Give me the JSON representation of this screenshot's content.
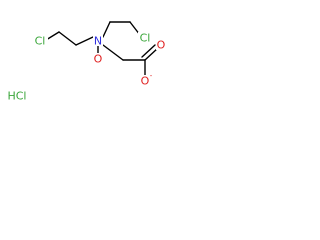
{
  "molecule": {
    "atoms": {
      "cl_left": {
        "symbol": "Cl",
        "color": "#3aa63a"
      },
      "cl_right": {
        "symbol": "Cl",
        "color": "#3aa63a"
      },
      "nitrogen": {
        "symbol": "N",
        "color": "#2f2fe0"
      },
      "n_oxide_oxygen": {
        "symbol": "O",
        "color": "#e02020"
      },
      "carbonyl_oxygen": {
        "symbol": "O",
        "color": "#e02020"
      },
      "carboxylate_oxygen": {
        "symbol": "O",
        "color": "#e02020"
      },
      "carboxylate_charge": {
        "symbol": "-",
        "color": "#e02020"
      }
    },
    "counterion": {
      "text": "HCl",
      "color": "#3aa63a"
    }
  }
}
